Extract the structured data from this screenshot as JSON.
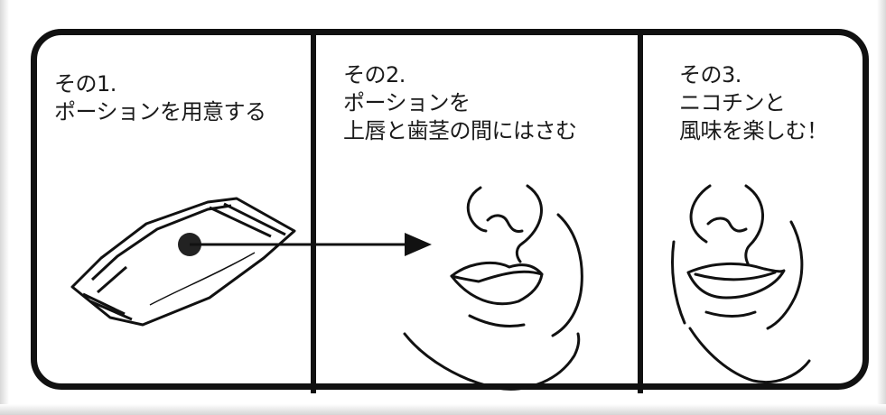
{
  "steps": [
    {
      "heading": "その1.",
      "line1": "ポーションを用意する",
      "line2": ""
    },
    {
      "heading": "その2.",
      "line1": "ポーションを",
      "line2": "上唇と歯茎の間にはさむ"
    },
    {
      "heading": "その3.",
      "line1": "ニコチンと",
      "line2": "風味を楽しむ！"
    }
  ],
  "colors": {
    "ink": "#111111",
    "background": "#ffffff"
  },
  "icons": [
    "pouch-illustration",
    "arrow-icon",
    "face-pouch-insertion",
    "face-enjoying"
  ]
}
